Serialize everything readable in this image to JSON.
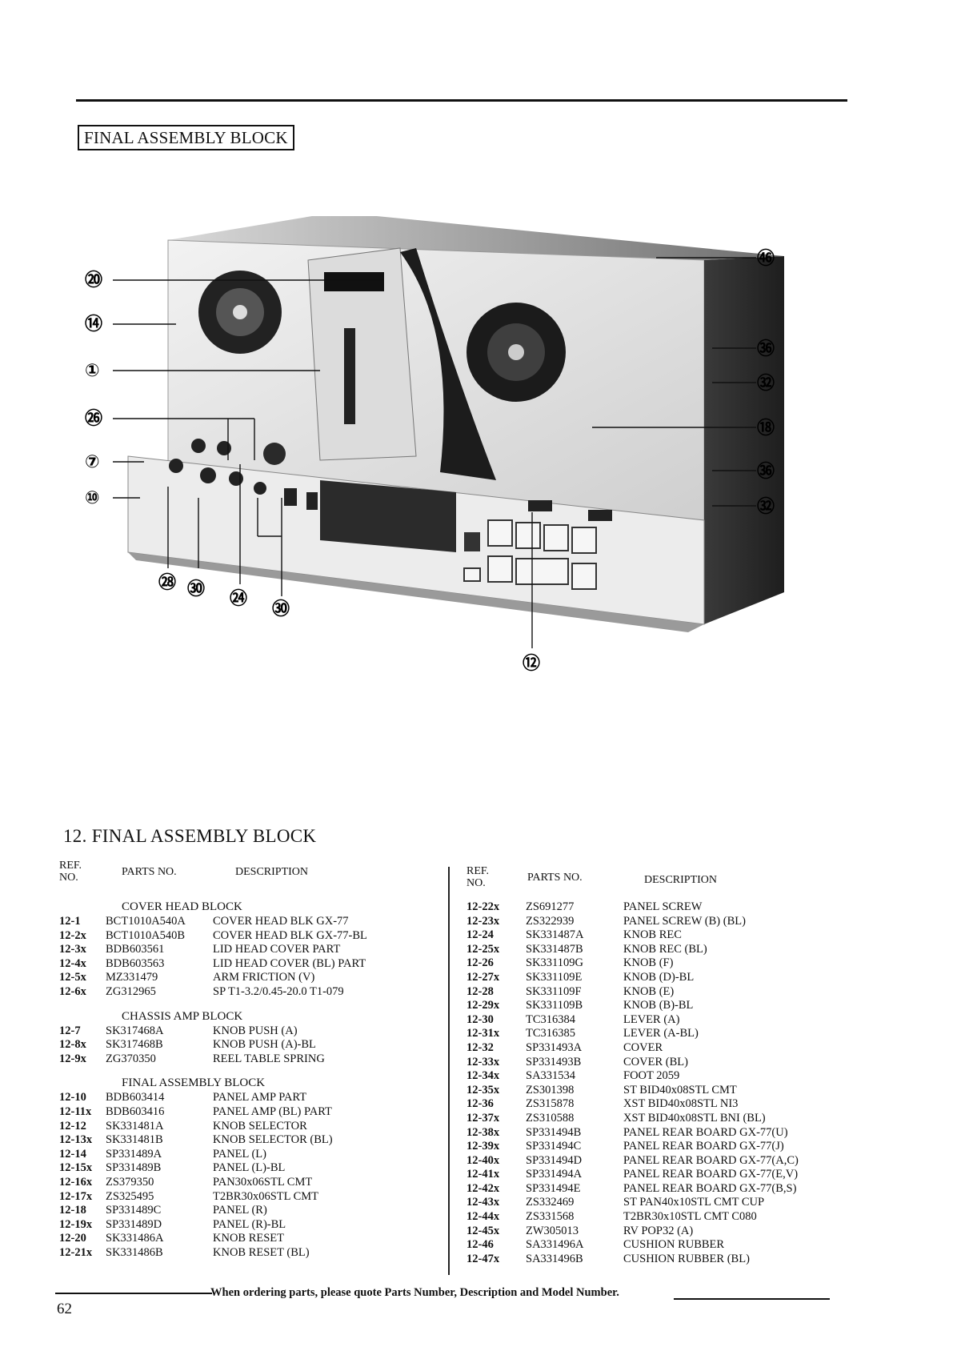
{
  "header_box": "FINAL ASSEMBLY BLOCK",
  "callouts": [
    {
      "label": "⑳"
    },
    {
      "label": "⑭"
    },
    {
      "label": "①"
    },
    {
      "label": "㉖"
    },
    {
      "label": "⑦"
    },
    {
      "label": "⑩"
    },
    {
      "label": "㉘"
    },
    {
      "label": "㉚"
    },
    {
      "label": "㉔"
    },
    {
      "label": "㉚"
    },
    {
      "label": "⑫"
    },
    {
      "label": "㊻"
    },
    {
      "label": "㊱"
    },
    {
      "label": "㉜"
    },
    {
      "label": "⑱"
    },
    {
      "label": "㊱"
    },
    {
      "label": "㉜"
    }
  ],
  "section_title": "12. FINAL ASSEMBLY BLOCK",
  "columns": {
    "ref": "REF. NO.",
    "ref_line1": "REF.",
    "ref_line2": "NO.",
    "parts": "PARTS NO.",
    "desc": "DESCRIPTION"
  },
  "left": {
    "blocks": [
      {
        "title": "COVER HEAD BLOCK",
        "rows": [
          [
            "12-1",
            "BCT1010A540A",
            "COVER HEAD BLK GX-77"
          ],
          [
            "12-2x",
            "BCT1010A540B",
            "COVER HEAD BLK GX-77-BL"
          ],
          [
            "12-3x",
            "BDB603561",
            "LID HEAD COVER PART"
          ],
          [
            "12-4x",
            "BDB603563",
            "LID HEAD COVER (BL) PART"
          ],
          [
            "12-5x",
            "MZ331479",
            "ARM FRICTION (V)"
          ],
          [
            "12-6x",
            "ZG312965",
            "SP T1-3.2/0.45-20.0 T1-079"
          ]
        ]
      },
      {
        "title": "CHASSIS AMP BLOCK",
        "rows": [
          [
            "12-7",
            "SK317468A",
            "KNOB PUSH (A)"
          ],
          [
            "12-8x",
            "SK317468B",
            "KNOB PUSH (A)-BL"
          ],
          [
            "12-9x",
            "ZG370350",
            "REEL TABLE SPRING"
          ]
        ]
      },
      {
        "title": "FINAL ASSEMBLY BLOCK",
        "rows": [
          [
            "12-10",
            "BDB603414",
            "PANEL AMP PART"
          ],
          [
            "12-11x",
            "BDB603416",
            "PANEL AMP (BL) PART"
          ],
          [
            "12-12",
            "SK331481A",
            "KNOB SELECTOR"
          ],
          [
            "12-13x",
            "SK331481B",
            "KNOB SELECTOR (BL)"
          ],
          [
            "12-14",
            "SP331489A",
            "PANEL (L)"
          ],
          [
            "12-15x",
            "SP331489B",
            "PANEL (L)-BL"
          ],
          [
            "12-16x",
            "ZS379350",
            "PAN30x06STL CMT"
          ],
          [
            "12-17x",
            "ZS325495",
            "T2BR30x06STL CMT"
          ],
          [
            "12-18",
            "SP331489C",
            "PANEL (R)"
          ],
          [
            "12-19x",
            "SP331489D",
            "PANEL (R)-BL"
          ],
          [
            "12-20",
            "SK331486A",
            "KNOB RESET"
          ],
          [
            "12-21x",
            "SK331486B",
            "KNOB RESET (BL)"
          ]
        ]
      }
    ]
  },
  "right": {
    "rows": [
      [
        "12-22x",
        "ZS691277",
        "PANEL SCREW"
      ],
      [
        "12-23x",
        "ZS322939",
        "PANEL SCREW (B) (BL)"
      ],
      [
        "12-24",
        "SK331487A",
        "KNOB REC"
      ],
      [
        "12-25x",
        "SK331487B",
        "KNOB REC (BL)"
      ],
      [
        "12-26",
        "SK331109G",
        "KNOB (F)"
      ],
      [
        "12-27x",
        "SK331109E",
        "KNOB (D)-BL"
      ],
      [
        "12-28",
        "SK331109F",
        "KNOB (E)"
      ],
      [
        "12-29x",
        "SK331109B",
        "KNOB (B)-BL"
      ],
      [
        "12-30",
        "TC316384",
        "LEVER (A)"
      ],
      [
        "12-31x",
        "TC316385",
        "LEVER (A-BL)"
      ],
      [
        "12-32",
        "SP331493A",
        "COVER"
      ],
      [
        "12-33x",
        "SP331493B",
        "COVER (BL)"
      ],
      [
        "12-34x",
        "SA331534",
        "FOOT 2059"
      ],
      [
        "12-35x",
        "ZS301398",
        "ST BID40x08STL CMT"
      ],
      [
        "12-36",
        "ZS315878",
        "XST BID40x08STL NI3"
      ],
      [
        "12-37x",
        "ZS310588",
        "XST BID40x08STL BNI (BL)"
      ],
      [
        "12-38x",
        "SP331494B",
        "PANEL REAR BOARD GX-77(U)"
      ],
      [
        "12-39x",
        "SP331494C",
        "PANEL REAR BOARD GX-77(J)"
      ],
      [
        "12-40x",
        "SP331494D",
        "PANEL REAR BOARD GX-77(A,C)"
      ],
      [
        "12-41x",
        "SP331494A",
        "PANEL REAR BOARD GX-77(E,V)"
      ],
      [
        "12-42x",
        "SP331494E",
        "PANEL REAR BOARD GX-77(B,S)"
      ],
      [
        "12-43x",
        "ZS332469",
        "ST PAN40x10STL CMT CUP"
      ],
      [
        "12-44x",
        "ZS331568",
        "T2BR30x10STL CMT C080"
      ],
      [
        "12-45x",
        "ZW305013",
        "RV POP32 (A)"
      ],
      [
        "12-46",
        "SA331496A",
        "CUSHION RUBBER"
      ],
      [
        "12-47x",
        "SA331496B",
        "CUSHION RUBBER (BL)"
      ]
    ]
  },
  "footer_note": "When ordering parts, please quote Parts Number, Description and Model Number.",
  "page_number": "62"
}
